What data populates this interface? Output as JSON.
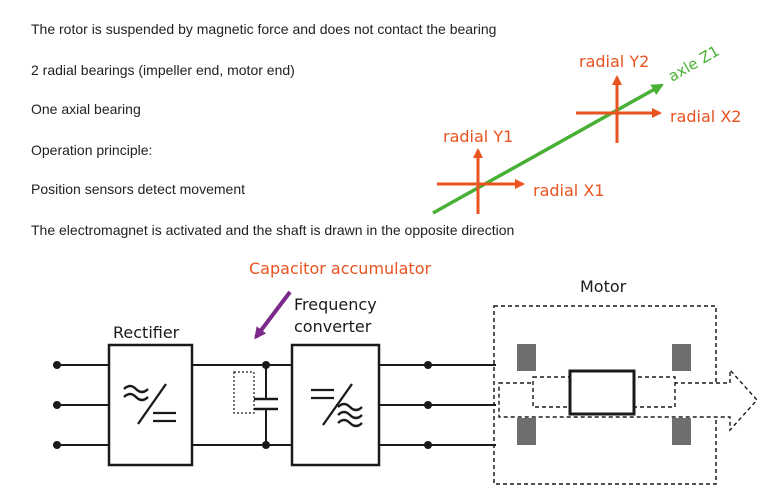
{
  "text_lines": [
    "The rotor is suspended by magnetic force and does not contact the bearing",
    "2 radial bearings (impeller end, motor end)",
    "One axial bearing",
    "Operation principle:",
    "Position sensors detect movement",
    "The electromagnet is activated and the shaft is drawn in the opposite direction"
  ],
  "axes_diagram": {
    "radial_y1": "radial Y1",
    "radial_x1": "radial X1",
    "radial_y2": "radial Y2",
    "radial_x2": "radial X2",
    "axle_z1": "axle Z1"
  },
  "circuit": {
    "capacitor_label": "Capacitor accumulator",
    "rectifier_label": "Rectifier",
    "frequency_converter_line1": "Frequency",
    "frequency_converter_line2": "converter",
    "motor_label": "Motor"
  },
  "colors": {
    "radial": "#e8531f",
    "axle": "#48b035",
    "capacitor_label": "#e8531f",
    "capacitor_arrow": "#7b2a8c",
    "line": "#1a1a1a",
    "bearing": "#6e6e6e"
  }
}
